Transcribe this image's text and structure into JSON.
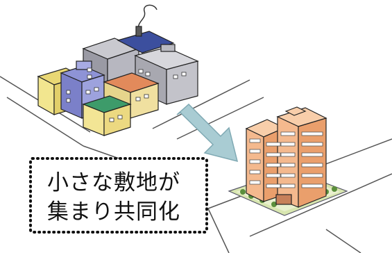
{
  "caption": {
    "line1": "小さな敷地が",
    "line2": "集まり共同化"
  },
  "icons": {
    "before": "small-houses-cluster",
    "arrow": "transform-arrow",
    "after": "joint-apartment-building"
  },
  "colors": {
    "arrow_fill": "#a9ccd3",
    "building_body": "#f4b98e",
    "building_window": "#ffffff",
    "plaza": "#d8e6b0"
  }
}
